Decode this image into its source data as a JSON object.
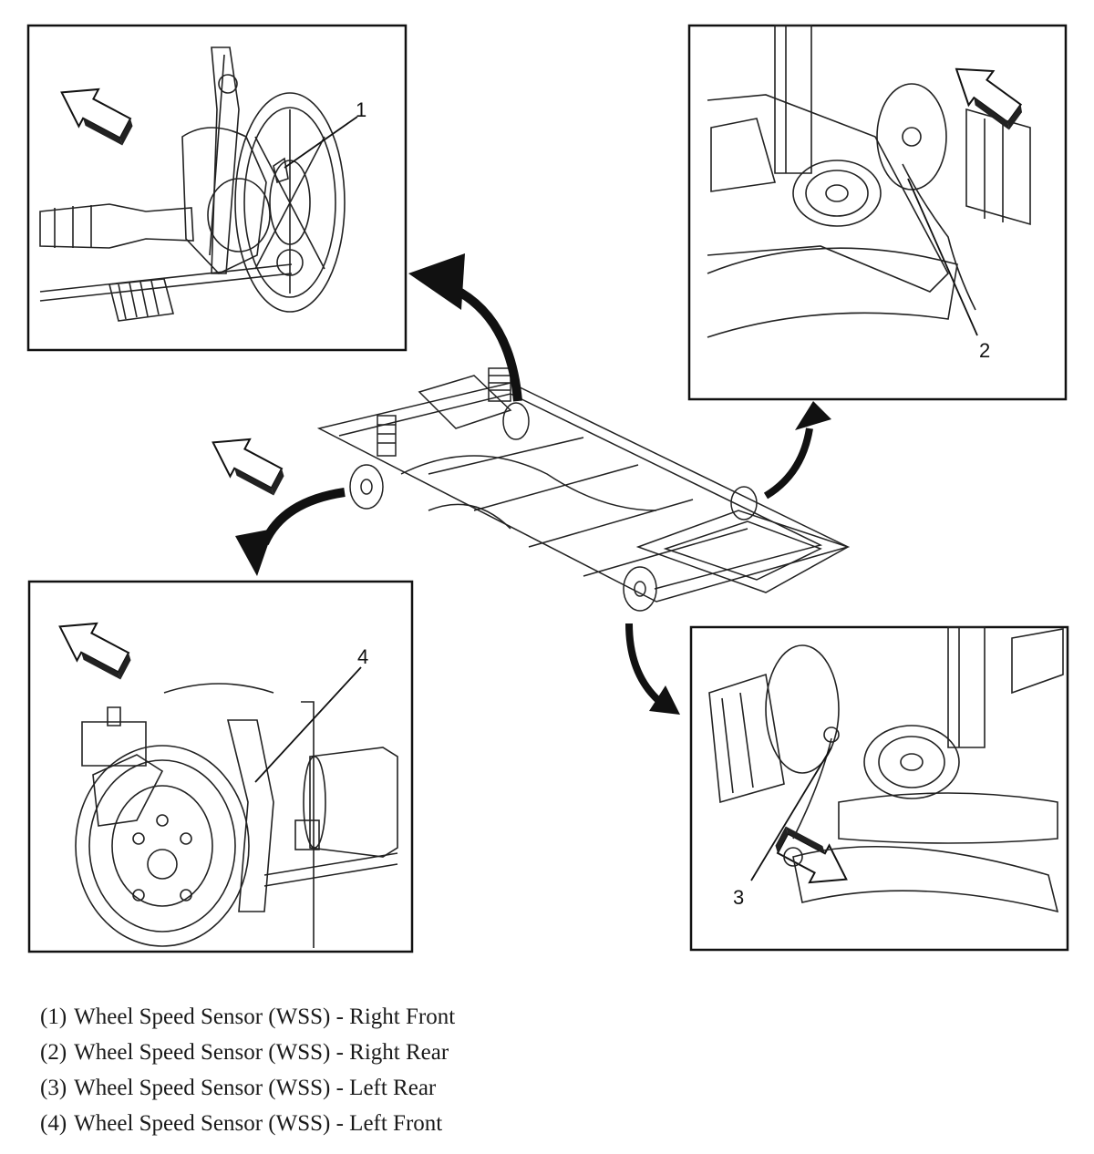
{
  "callouts": [
    "1",
    "2",
    "3",
    "4"
  ],
  "legend": [
    {
      "num": "(1)",
      "text": "Wheel Speed Sensor (WSS) - Right Front"
    },
    {
      "num": "(2)",
      "text": "Wheel Speed Sensor (WSS) - Right Rear"
    },
    {
      "num": "(3)",
      "text": "Wheel Speed Sensor (WSS) - Left Rear"
    },
    {
      "num": "(4)",
      "text": "Wheel Speed Sensor (WSS) - Left Front"
    }
  ]
}
